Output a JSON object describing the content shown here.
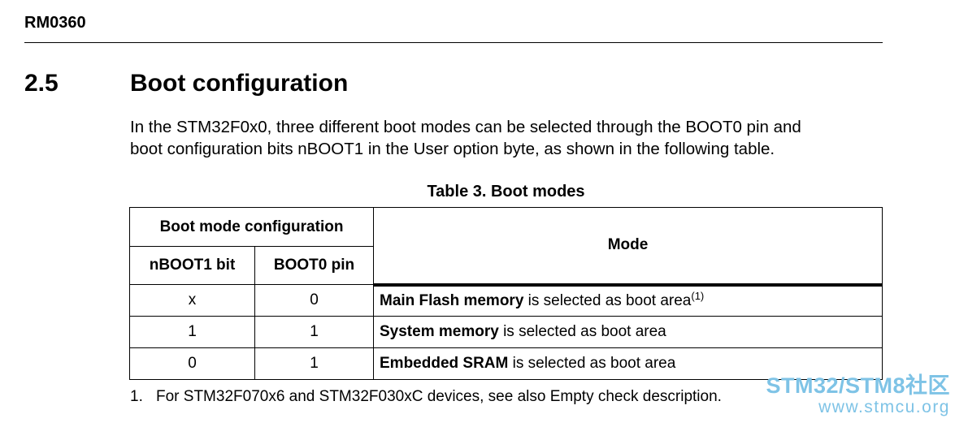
{
  "header": {
    "doc_id": "RM0360"
  },
  "section": {
    "number": "2.5",
    "title": "Boot configuration"
  },
  "intro": {
    "line1": "In the STM32F0x0, three different boot modes can be selected through the BOOT0 pin and",
    "line2": "boot configuration bits nBOOT1 in the User option byte, as shown in the following table."
  },
  "table": {
    "caption": "Table 3. Boot modes",
    "group_header": "Boot mode configuration",
    "mode_header": "Mode",
    "col_nboot1": "nBOOT1 bit",
    "col_boot0": "BOOT0 pin",
    "rows": [
      {
        "nboot1": "x",
        "boot0": "0",
        "mode_bold": "Main Flash memory",
        "mode_rest": " is selected as boot area",
        "footnote_ref": "(1)"
      },
      {
        "nboot1": "1",
        "boot0": "1",
        "mode_bold": "System memory",
        "mode_rest": " is selected as boot area"
      },
      {
        "nboot1": "0",
        "boot0": "1",
        "mode_bold": "Embedded SRAM",
        "mode_rest": " is selected as boot area"
      }
    ]
  },
  "footnote": {
    "number": "1.",
    "text": "For STM32F070x6 and STM32F030xC devices, see also Empty check description."
  },
  "watermark": {
    "line1": "STM32/STM8社区",
    "line2": "www.stmcu.org",
    "color": "#7ec3e6"
  }
}
